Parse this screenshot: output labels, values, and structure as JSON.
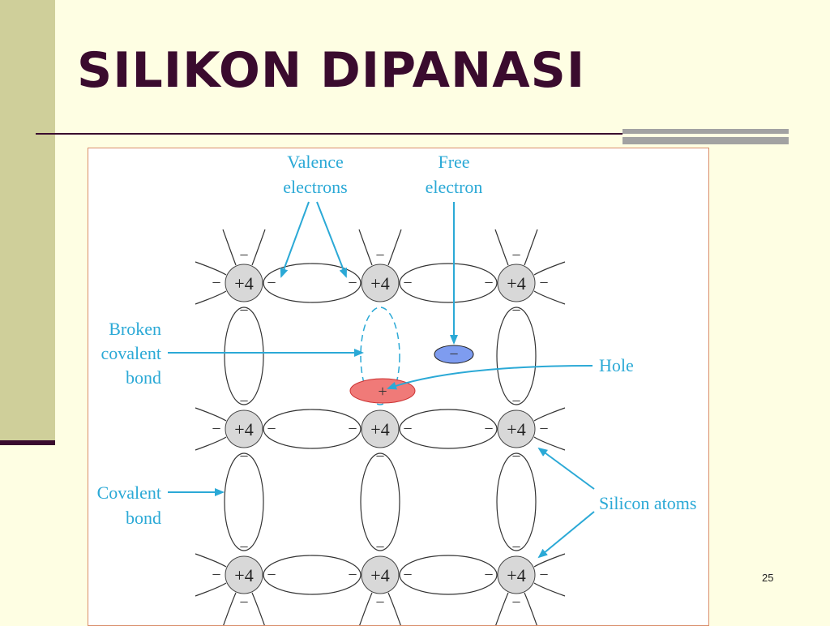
{
  "slide": {
    "title": "SILIKON DIPANASI",
    "page_number": "25"
  },
  "diagram": {
    "labels": {
      "valence_line1": "Valence",
      "valence_line2": "electrons",
      "free_line1": "Free",
      "free_line2": "electron",
      "broken_line1": "Broken",
      "broken_line2": "covalent",
      "broken_line3": "bond",
      "hole": "Hole",
      "covalent_line1": "Covalent",
      "covalent_line2": "bond",
      "silicon_atoms": "Silicon atoms"
    },
    "atom_charge": "+4",
    "electron_sign": "−",
    "hole_sign": "+",
    "colors": {
      "label": "#2ba9d6",
      "atom_fill": "#d8d8d8",
      "free_electron": "#7e9cf0",
      "hole": "#f07a78"
    }
  }
}
